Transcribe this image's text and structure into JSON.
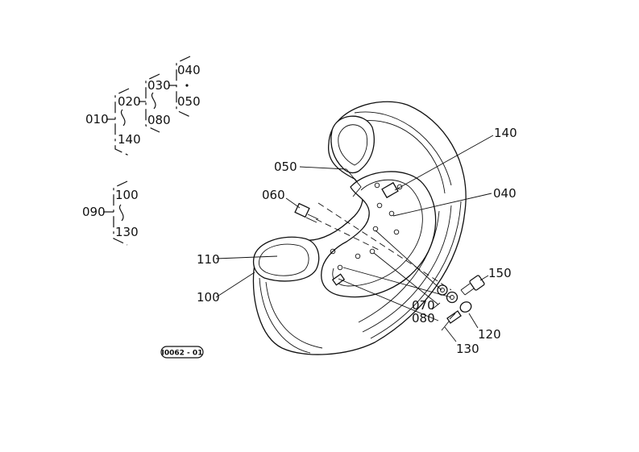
{
  "tree": {
    "root": "010",
    "level1_top": "020",
    "level1_bottom": "140",
    "level2_top": "030",
    "level2_bottom": "080",
    "level3_top": "040",
    "level3_bottom": "050"
  },
  "tree2": {
    "root": "090",
    "top": "100",
    "bottom": "130"
  },
  "callouts": {
    "c050": "050",
    "c060": "060",
    "c140": "140",
    "c040": "040",
    "c110": "110",
    "c100": "100",
    "c150": "150",
    "c070": "070",
    "c080": "080",
    "c120": "120",
    "c130": "130"
  },
  "badge": "I0062 - 01"
}
